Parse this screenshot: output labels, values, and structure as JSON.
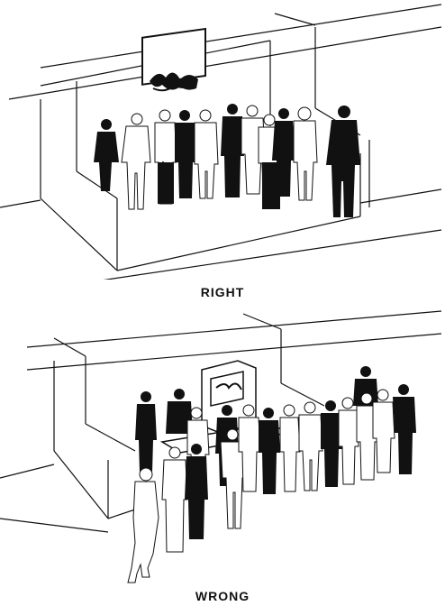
{
  "captions": {
    "right": "RIGHT",
    "wrong": "WRONG"
  },
  "palette": {
    "ink": "#111111",
    "paper": "#ffffff"
  },
  "icons": {
    "person_dark": "silhouette-dark",
    "person_light": "silhouette-outline",
    "artwork": "framed-painting"
  }
}
